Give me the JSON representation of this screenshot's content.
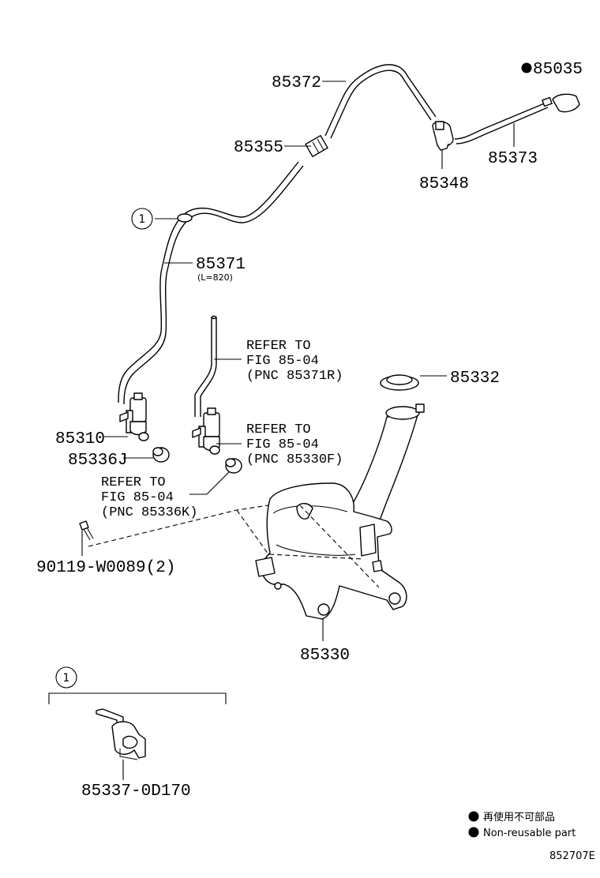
{
  "parts": {
    "p85035": "85035",
    "p85372": "85372",
    "p85355": "85355",
    "p85348": "85348",
    "p85373": "85373",
    "p85371": "85371",
    "p85371_length": "(L=820)",
    "p85332": "85332",
    "p85310": "85310",
    "p85336J": "85336J",
    "p90119": "90119-W0089(2)",
    "p85330": "85330",
    "p85337": "85337-0D170"
  },
  "callout_number": "1",
  "references": {
    "ref1": [
      "REFER TO",
      "FIG 85-04",
      "(PNC 85371R)"
    ],
    "ref2": [
      "REFER TO",
      "FIG 85-04",
      "(PNC 85330F)"
    ],
    "ref3": [
      "REFER TO",
      "FIG 85-04",
      "(PNC 85336K)"
    ]
  },
  "legend": {
    "jp": "再使用不可部品",
    "en": "Non-reusable part"
  },
  "diagram_code": "852707E"
}
